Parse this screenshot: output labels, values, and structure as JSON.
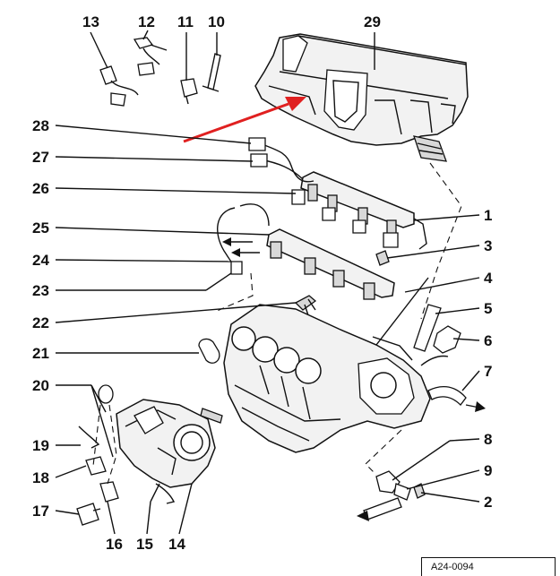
{
  "diagram": {
    "callouts": [
      {
        "id": "13",
        "label": "13"
      },
      {
        "id": "12",
        "label": "12"
      },
      {
        "id": "11",
        "label": "11"
      },
      {
        "id": "10",
        "label": "10"
      },
      {
        "id": "29",
        "label": "29"
      },
      {
        "id": "28",
        "label": "28"
      },
      {
        "id": "27",
        "label": "27"
      },
      {
        "id": "26",
        "label": "26"
      },
      {
        "id": "1",
        "label": "1"
      },
      {
        "id": "25",
        "label": "25"
      },
      {
        "id": "3",
        "label": "3"
      },
      {
        "id": "24",
        "label": "24"
      },
      {
        "id": "4",
        "label": "4"
      },
      {
        "id": "23",
        "label": "23"
      },
      {
        "id": "5",
        "label": "5"
      },
      {
        "id": "22",
        "label": "22"
      },
      {
        "id": "6",
        "label": "6"
      },
      {
        "id": "21",
        "label": "21"
      },
      {
        "id": "7",
        "label": "7"
      },
      {
        "id": "20",
        "label": "20"
      },
      {
        "id": "8",
        "label": "8"
      },
      {
        "id": "19",
        "label": "19"
      },
      {
        "id": "9",
        "label": "9"
      },
      {
        "id": "18",
        "label": "18"
      },
      {
        "id": "2",
        "label": "2"
      },
      {
        "id": "17",
        "label": "17"
      },
      {
        "id": "16",
        "label": "16"
      },
      {
        "id": "15",
        "label": "15"
      },
      {
        "id": "14",
        "label": "14"
      }
    ],
    "footer_code": "A24-0094",
    "highlight_arrow_color": "#e02020",
    "line_color": "#111111"
  }
}
